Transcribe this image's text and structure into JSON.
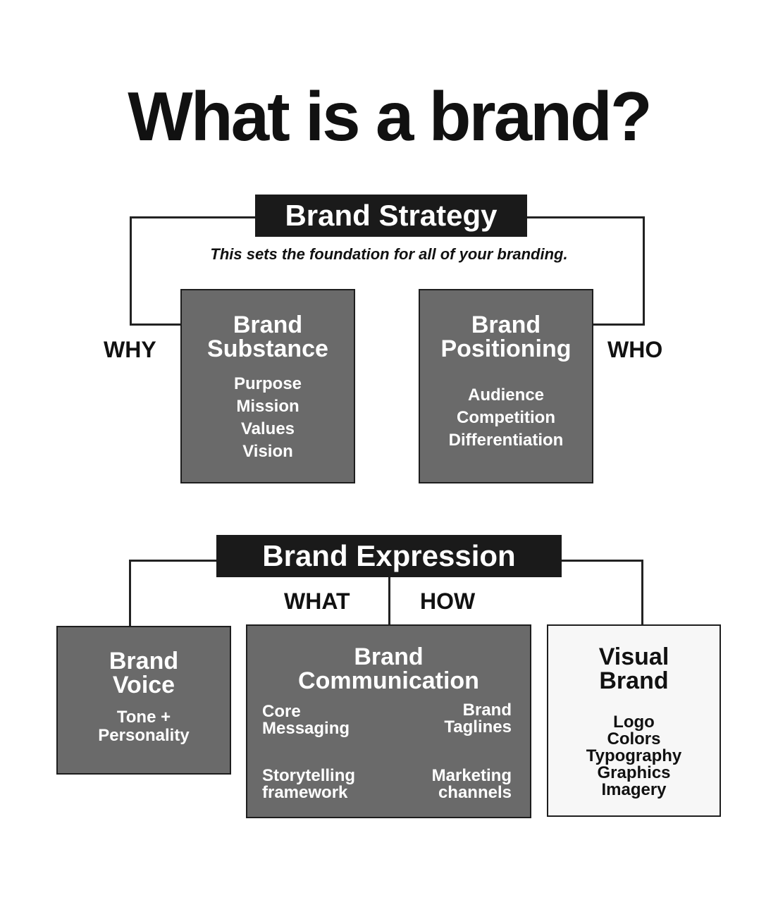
{
  "title": "What is a brand?",
  "strategy": {
    "banner": "Brand Strategy",
    "subtitle": "This sets the foundation for all of your branding.",
    "why_label": "WHY",
    "who_label": "WHO",
    "substance": {
      "title_line1": "Brand",
      "title_line2": "Substance",
      "items": [
        "Purpose",
        "Mission",
        "Values",
        "Vision"
      ]
    },
    "positioning": {
      "title_line1": "Brand",
      "title_line2": "Positioning",
      "items": [
        "Audience",
        "Competition",
        "Differentiation"
      ]
    }
  },
  "expression": {
    "banner": "Brand Expression",
    "what_label": "WHAT",
    "how_label": "HOW",
    "voice": {
      "title_line1": "Brand",
      "title_line2": "Voice",
      "item_line1": "Tone +",
      "item_line2": "Personality"
    },
    "communication": {
      "title_line1": "Brand",
      "title_line2": "Communication",
      "core_line1": "Core",
      "core_line2": "Messaging",
      "taglines_line1": "Brand",
      "taglines_line2": "Taglines",
      "story_line1": "Storytelling",
      "story_line2": "framework",
      "marketing_line1": "Marketing",
      "marketing_line2": "channels"
    },
    "visual": {
      "title_line1": "Visual",
      "title_line2": "Brand",
      "items": [
        "Logo",
        "Colors",
        "Typography",
        "Graphics",
        "Imagery"
      ]
    }
  }
}
